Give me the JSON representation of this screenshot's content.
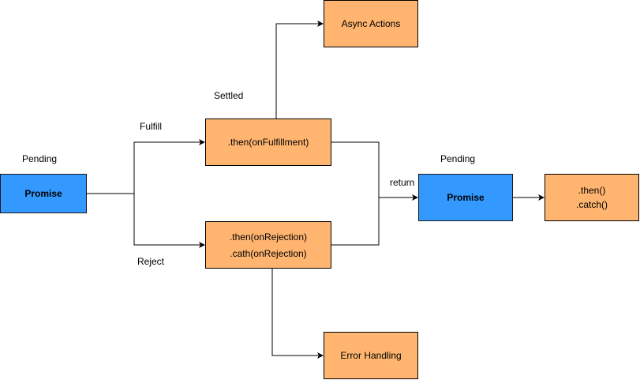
{
  "colors": {
    "process_fill": "#FFB570",
    "promise_fill": "#3399FF",
    "line": "#000000",
    "background": "#FFFFFF"
  },
  "nodes": {
    "promise_start": {
      "text": "Promise"
    },
    "then_fulfillment": {
      "text": ".then(onFulfillment)"
    },
    "then_rejection": {
      "line1": ".then(onRejection)",
      "line2": ".cath(onRejection)"
    },
    "async_actions": {
      "text": "Async Actions"
    },
    "error_handling": {
      "text": "Error Handling"
    },
    "promise_end": {
      "text": "Promise"
    },
    "then_catch": {
      "line1": ".then()",
      "line2": ".catch()"
    }
  },
  "labels": {
    "pending_left": "Pending",
    "pending_right": "Pending",
    "settled": "Settled",
    "fulfill": "Fulfill",
    "reject": "Reject",
    "return": "return"
  }
}
